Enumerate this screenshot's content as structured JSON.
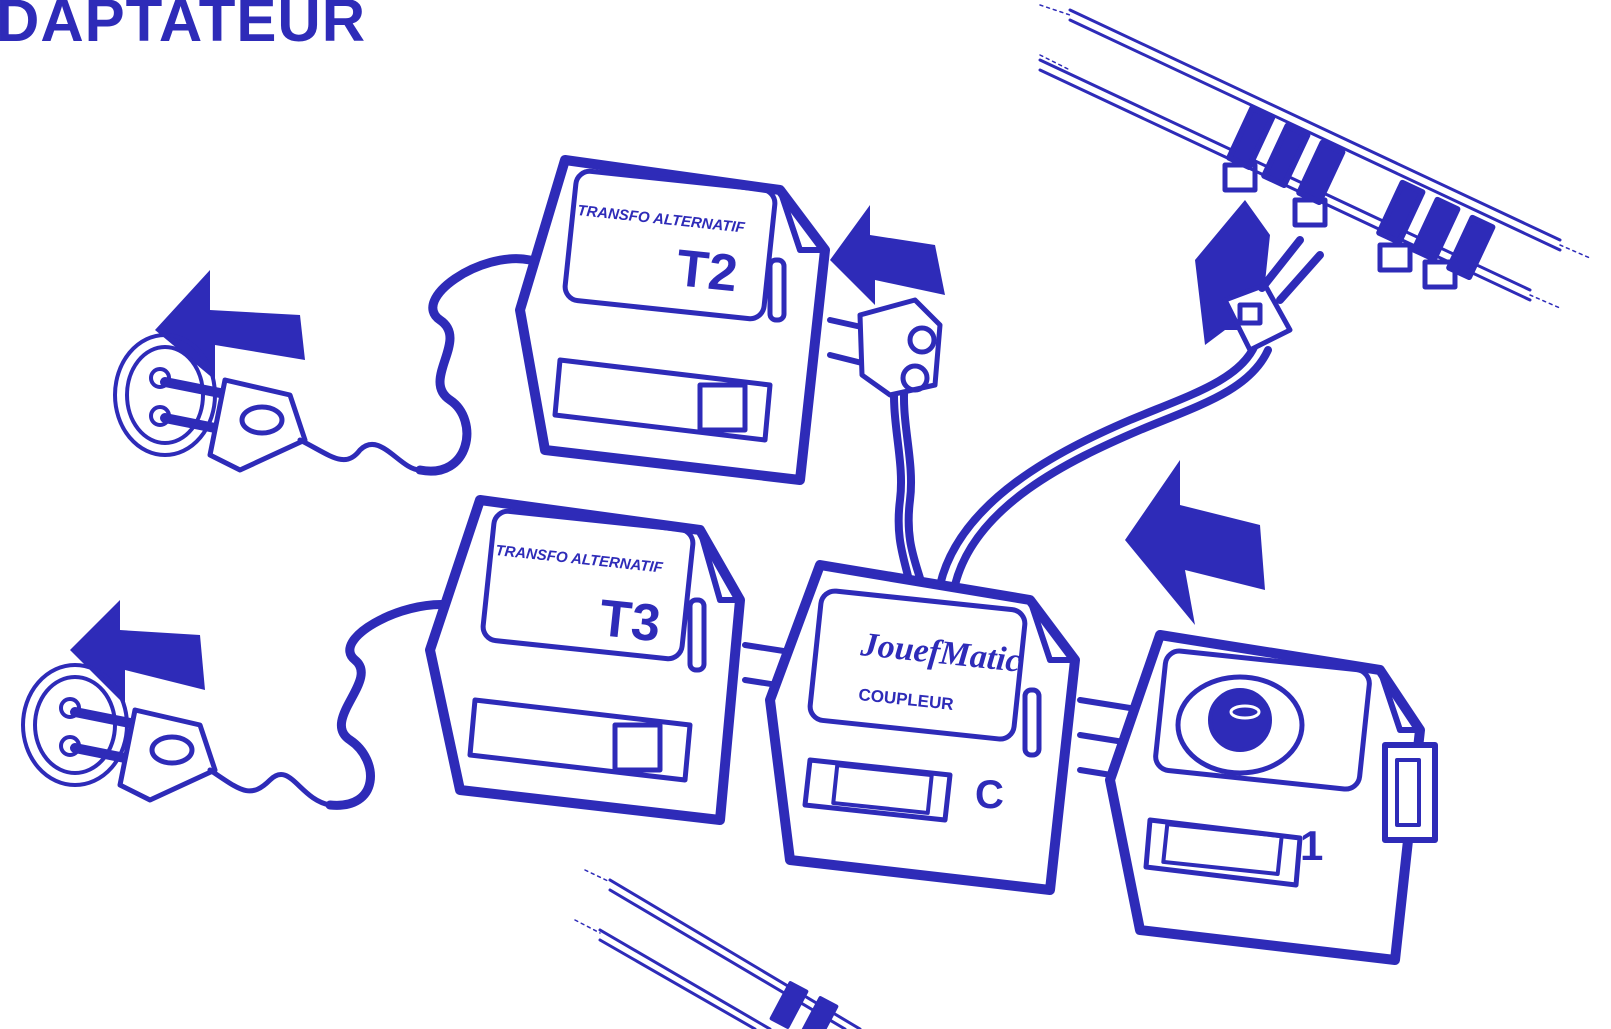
{
  "heading": "DAPTATEUR",
  "colors": {
    "ink": "#2e2bb8",
    "paper": "#ffffff"
  },
  "transformers": [
    {
      "label": "TRANSFO ALTERNATIF",
      "id": "T2"
    },
    {
      "label": "TRANSFO ALTERNATIF",
      "id": "T3"
    }
  ],
  "coupler": {
    "brand": "JouefMatic",
    "label": "COUPLEUR",
    "id": "C"
  },
  "controller": {
    "id": "1"
  },
  "icons": [
    "wall-socket-icon",
    "plug-icon",
    "arrow-icon",
    "track-icon",
    "track-connector-icon",
    "knob-icon"
  ]
}
